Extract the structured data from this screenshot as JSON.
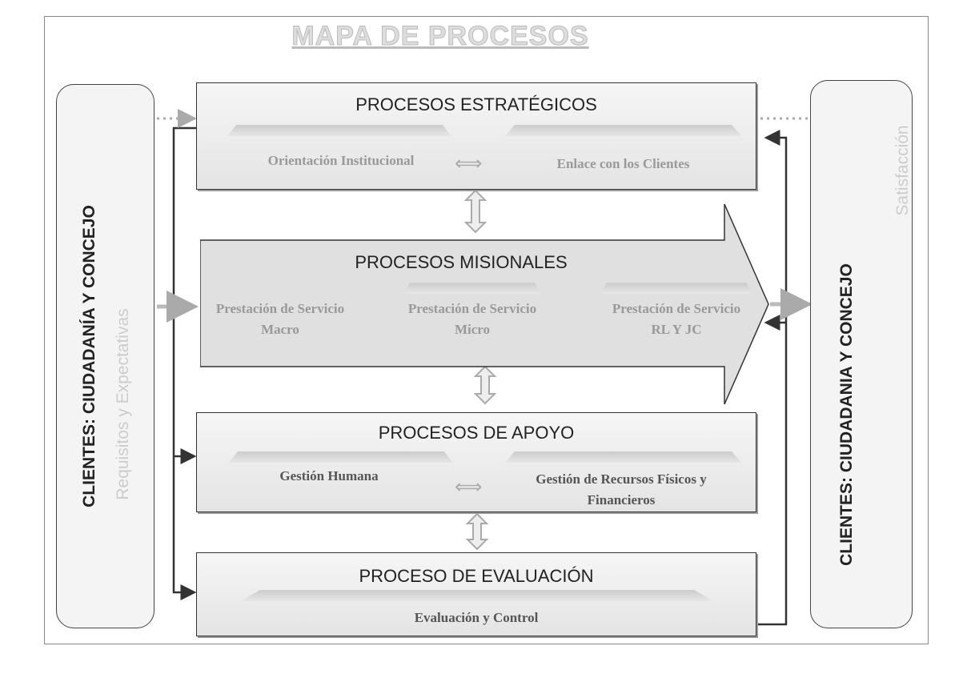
{
  "title": "MAPA DE PROCESOS",
  "left_client": {
    "label": "CLIENTES: CIUDADANÍA   Y   CONCEJO",
    "sub": "Requisitos   y   Expectativas"
  },
  "right_client": {
    "label": "CLIENTES: CIUDADANIA Y CONCEJO",
    "sub": "Satisfacción"
  },
  "estrategicos": {
    "title": "PROCESOS ESTRATÉGICOS",
    "items": [
      "Orientación Institucional",
      "Enlace con los Clientes"
    ]
  },
  "misionales": {
    "title": "PROCESOS MISIONALES",
    "items": [
      "Prestación de Servicio Macro",
      "Prestación de Servicio Micro",
      "Prestación de Servicio RL Y JC"
    ]
  },
  "apoyo": {
    "title": "PROCESOS DE APOYO",
    "items": [
      "Gestión Humana",
      "Gestión de Recursos Físicos y Financieros"
    ]
  },
  "evaluacion": {
    "title": "PROCESO DE EVALUACIÓN",
    "items": [
      "Evaluación y Control"
    ]
  }
}
